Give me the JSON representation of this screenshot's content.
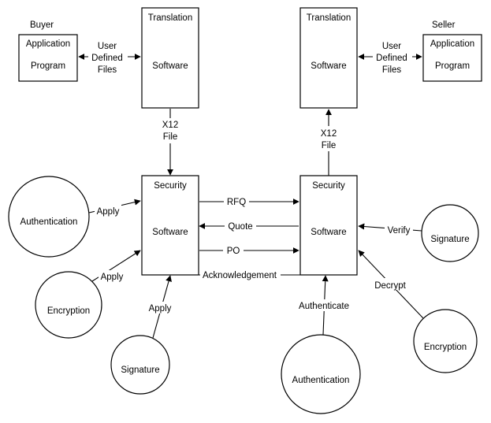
{
  "buyer": {
    "label": "Buyer",
    "app_line1": "Application",
    "app_line2": "Program",
    "user_files": [
      "User",
      "Defined",
      "Files"
    ],
    "translation_title": "Translation",
    "translation_body": "Software",
    "x12_file": [
      "X12",
      "File"
    ],
    "security_title": "Security",
    "security_body": "Software"
  },
  "seller": {
    "label": "Seller",
    "app_line1": "Application",
    "app_line2": "Program",
    "user_files": [
      "User",
      "Defined",
      "Files"
    ],
    "translation_title": "Translation",
    "translation_body": "Software",
    "x12_file": [
      "X12",
      "File"
    ],
    "security_title": "Security",
    "security_body": "Software"
  },
  "messages": {
    "rfq": "RFQ",
    "quote": "Quote",
    "po": "PO",
    "ack": "Acknowledgement"
  },
  "buyer_services": [
    {
      "name": "Authentication",
      "action": "Apply"
    },
    {
      "name": "Encryption",
      "action": "Apply"
    },
    {
      "name": "Signature",
      "action": "Apply"
    }
  ],
  "seller_services": [
    {
      "name": "Signature",
      "action": "Verify"
    },
    {
      "name": "Encryption",
      "action": "Decrypt"
    },
    {
      "name": "Authentication",
      "action": "Authenticate"
    }
  ]
}
